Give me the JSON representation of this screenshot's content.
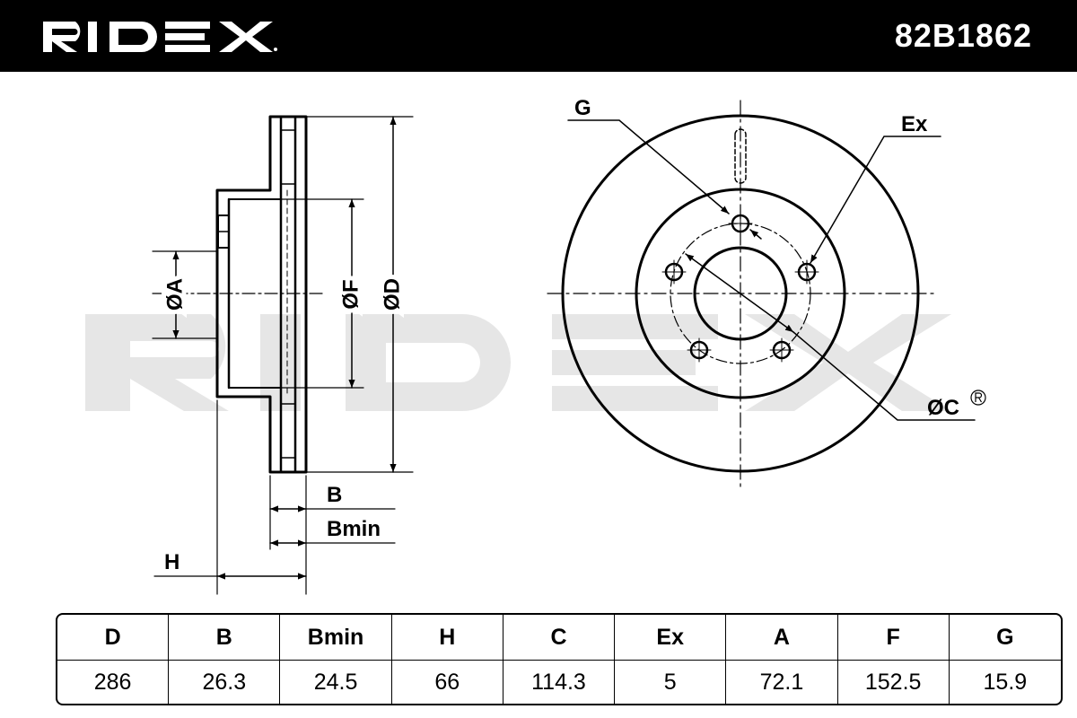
{
  "header": {
    "brand": "RIDEX",
    "part_number": "82B1862"
  },
  "labels": {
    "dia_a": "ØA",
    "dia_f": "ØF",
    "dia_d": "ØD",
    "dia_c": "ØC",
    "b": "B",
    "bmin": "Bmin",
    "h": "H",
    "g": "G",
    "ex": "Ex"
  },
  "colors": {
    "header_bg": "#000000",
    "watermark": "#e6e6e6",
    "line": "#000000"
  },
  "table": {
    "headers": [
      "D",
      "B",
      "Bmin",
      "H",
      "C",
      "Ex",
      "A",
      "F",
      "G"
    ],
    "values": [
      "286",
      "26.3",
      "24.5",
      "66",
      "114.3",
      "5",
      "72.1",
      "152.5",
      "15.9"
    ]
  }
}
